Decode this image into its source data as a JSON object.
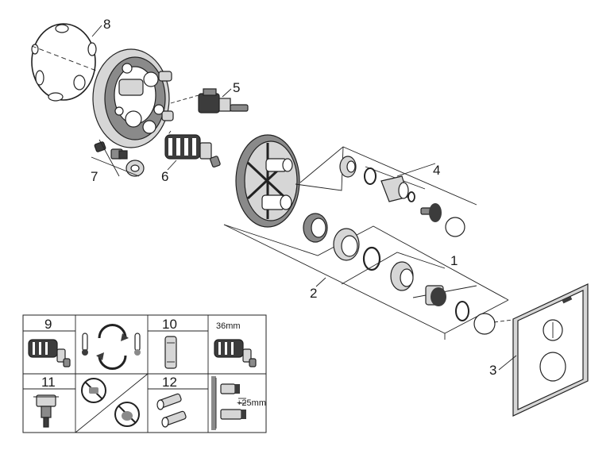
{
  "callouts": {
    "c1": "1",
    "c2": "2",
    "c3": "3",
    "c4": "4",
    "c5": "5",
    "c6": "6",
    "c7": "7",
    "c8": "8"
  },
  "legend": {
    "c9": "9",
    "c10": "10",
    "c11": "11",
    "c12": "12",
    "size_label": "36mm",
    "ext_label": "+25mm"
  }
}
